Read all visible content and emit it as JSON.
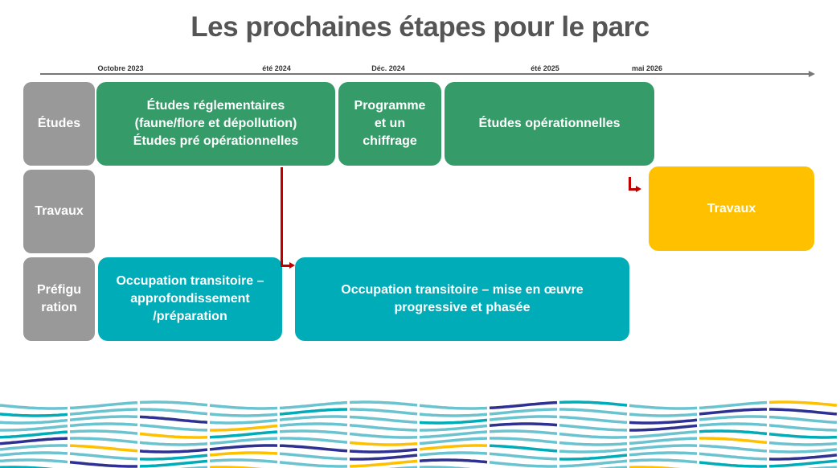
{
  "title": "Les prochaines étapes pour le parc",
  "timeline": [
    "Octobre 2023",
    "été 2024",
    "Déc. 2024",
    "été 2025",
    "mai 2026"
  ],
  "rows": [
    "Études",
    "Travaux",
    "Préfigu\nration"
  ],
  "steps": {
    "etudes_reglementaires": "Études réglementaires\n(faune/flore et dépollution)\nÉtudes pré opérationnelles",
    "programme": "Programme\net un\nchiffrage",
    "etudes_operationnelles": "Études opérationnelles",
    "travaux": "Travaux",
    "occupation_approfondissement": "Occupation transitoire –\napprofondissement\n/préparation",
    "occupation_mise_en_oeuvre": "Occupation transitoire – mise en œuvre\nprogressive et phasée"
  },
  "colors": {
    "green": "#359b69",
    "teal": "#00acb8",
    "yellow": "#ffc000",
    "gray": "#999999",
    "arrow": "#c00000"
  }
}
